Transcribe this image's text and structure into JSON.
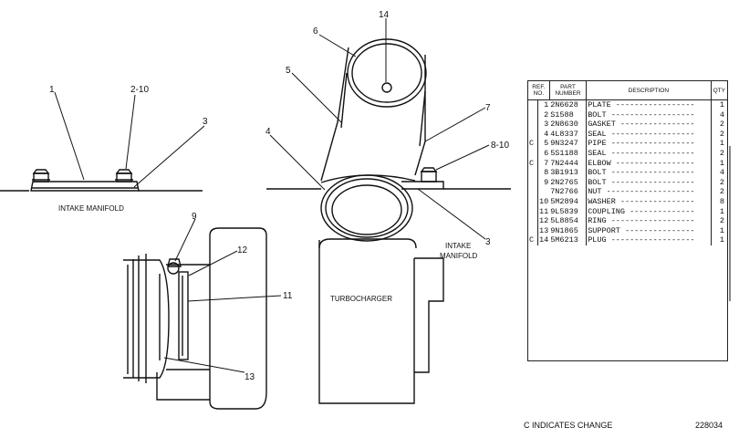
{
  "callouts": {
    "c1": "1",
    "c2_10_left": "2-10",
    "c3_left": "3",
    "c4": "4",
    "c5": "5",
    "c6": "6",
    "c7": "7",
    "c8_10": "8-10",
    "c14": "14",
    "c3_right": "3",
    "c9": "9",
    "c12": "12",
    "c11": "11",
    "c13": "13"
  },
  "labels": {
    "intake_manifold_left": "INTAKE MANIFOLD",
    "intake_right_1": "INTAKE",
    "intake_right_2": "MANIFOLD",
    "turbocharger": "TURBOCHARGER"
  },
  "table": {
    "headers": {
      "ref_1": "REF.",
      "ref_2": "NO.",
      "part_1": "PART",
      "part_2": "NUMBER",
      "desc": "DESCRIPTION",
      "qty": "QTY"
    },
    "rows": [
      {
        "c": "",
        "ref": "1",
        "part": "2N6628",
        "desc": "PLATE",
        "qty": "1"
      },
      {
        "c": "",
        "ref": "2",
        "part": "S1588",
        "desc": "BOLT",
        "qty": "4"
      },
      {
        "c": "",
        "ref": "3",
        "part": "2N8630",
        "desc": "GASKET",
        "qty": "2"
      },
      {
        "c": "",
        "ref": "4",
        "part": "4L8337",
        "desc": "SEAL",
        "qty": "2"
      },
      {
        "c": "C",
        "ref": "5",
        "part": "9N3247",
        "desc": "PIPE",
        "qty": "1"
      },
      {
        "c": "",
        "ref": "6",
        "part": "5S1188",
        "desc": "SEAL",
        "qty": "2"
      },
      {
        "c": "C",
        "ref": "7",
        "part": "7N2444",
        "desc": "ELBOW",
        "qty": "1"
      },
      {
        "c": "",
        "ref": "8",
        "part": "3B1913",
        "desc": "BOLT",
        "qty": "4"
      },
      {
        "c": "",
        "ref": "9",
        "part": "2N2765",
        "desc": "BOLT",
        "qty": "2"
      },
      {
        "c": "",
        "ref": "",
        "part": "7N2766",
        "desc": "NUT",
        "qty": "2"
      },
      {
        "c": "",
        "ref": "10",
        "part": "5M2894",
        "desc": "WASHER",
        "qty": "8"
      },
      {
        "c": "",
        "ref": "11",
        "part": "9L5839",
        "desc": "COUPLING",
        "qty": "1"
      },
      {
        "c": "",
        "ref": "12",
        "part": "5L8854",
        "desc": "RING",
        "qty": "2"
      },
      {
        "c": "",
        "ref": "13",
        "part": "9N1865",
        "desc": "SUPPORT",
        "qty": "1"
      },
      {
        "c": "C",
        "ref": "14",
        "part": "5M6213",
        "desc": "PLUG",
        "qty": "1"
      }
    ]
  },
  "footer": {
    "note": "C INDICATES CHANGE",
    "drawing_no": "228034"
  }
}
